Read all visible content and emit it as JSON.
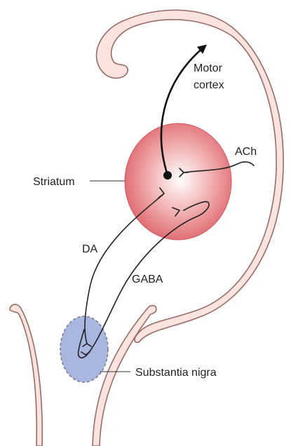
{
  "labels": {
    "motor_line1": "Motor",
    "motor_line2": "cortex",
    "ach": "ACh",
    "striatum": "Striatum",
    "da": "DA",
    "gaba": "GABA",
    "substantia_nigra": "Substantia nigra"
  },
  "colors": {
    "brain_outline": "#9a6a67",
    "brain_fill": "#fbe3df",
    "striatum_center": "#ffffff",
    "striatum_edge": "#d9545e",
    "substantia_nigra_fill": "#a9b6e0",
    "substantia_nigra_stroke": "#7d7d8e",
    "pathway": "#222222"
  }
}
